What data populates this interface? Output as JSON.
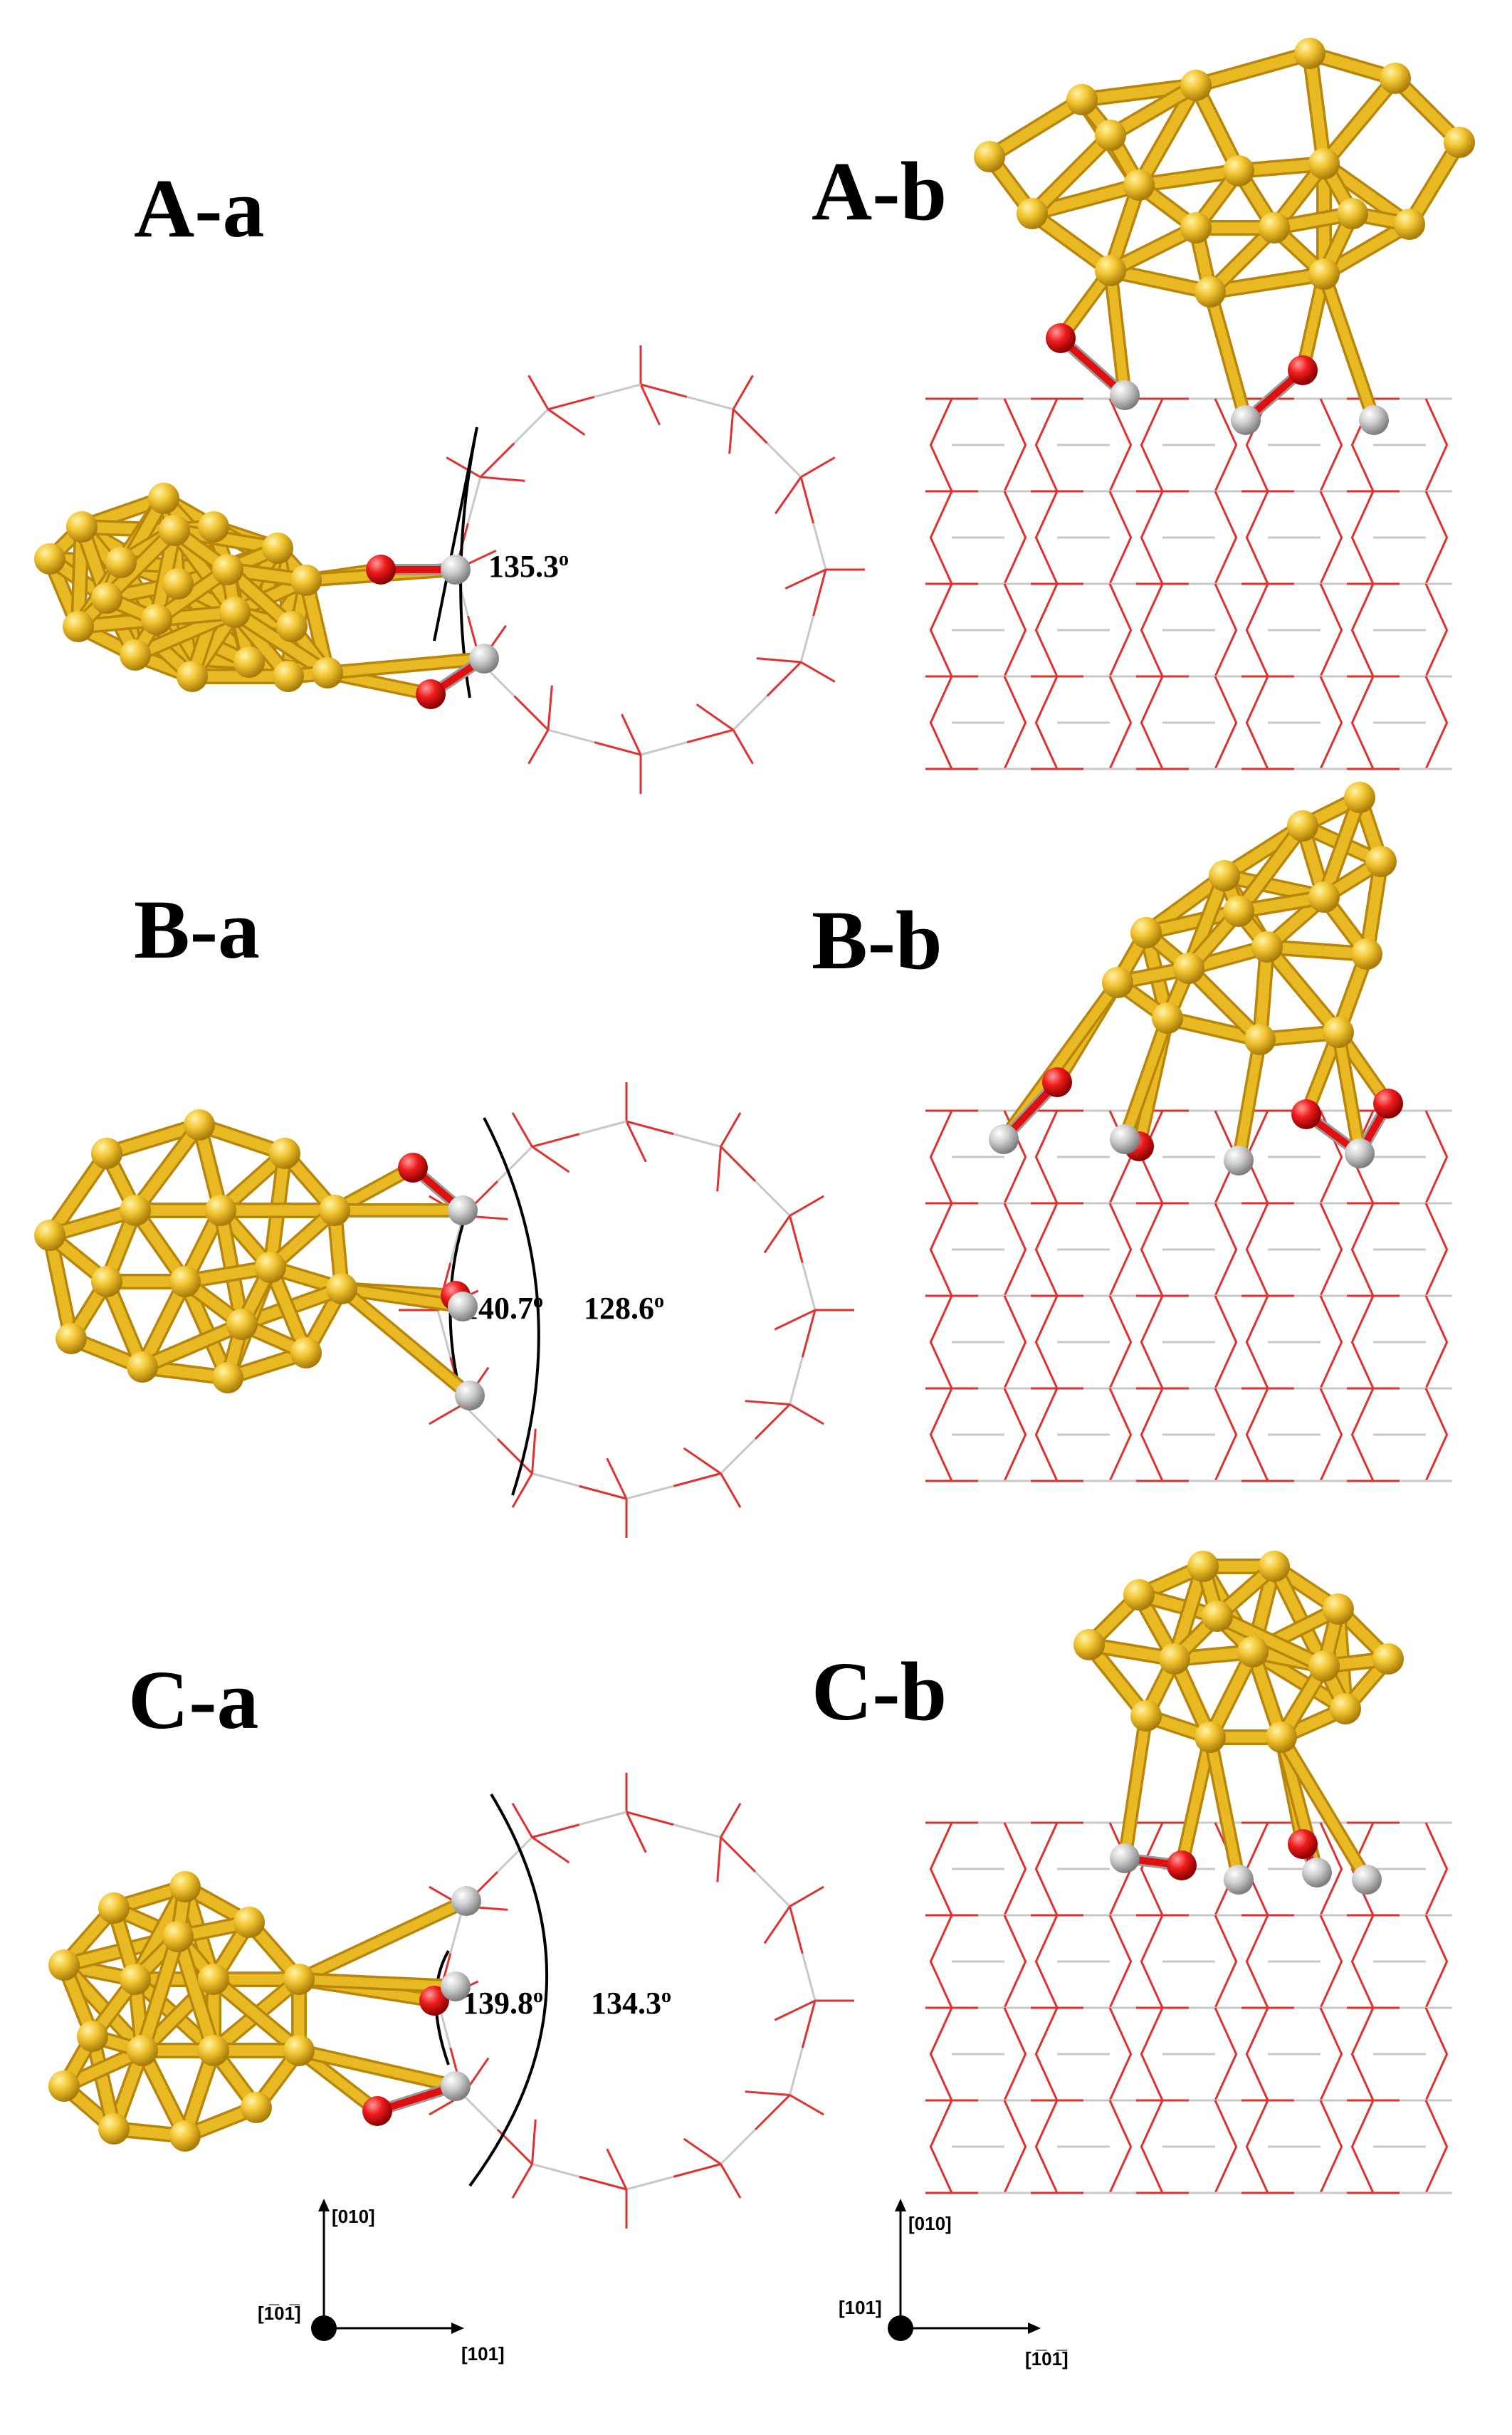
{
  "colors": {
    "gold": "#e8b923",
    "gold_dark": "#b8860b",
    "oxygen": "#e01010",
    "silicon": "#c8c8c8",
    "silicon_dark": "#9a9a9a",
    "frame_red": "#e03030",
    "frame_grey": "#c8c8c8",
    "arc": "#000000"
  },
  "panels": {
    "Aa": {
      "label": "A-a",
      "angles": [
        "135.3"
      ]
    },
    "Ab": {
      "label": "A-b"
    },
    "Ba": {
      "label": "B-a",
      "angles": [
        "140.7",
        "128.6"
      ]
    },
    "Bb": {
      "label": "B-b"
    },
    "Ca": {
      "label": "C-a",
      "angles": [
        "139.8",
        "134.3"
      ]
    },
    "Cb": {
      "label": "C-b"
    }
  },
  "degree_symbol": "o",
  "axes_left": {
    "up": "[010]",
    "right": "[101]",
    "origin": "[1̅01̅]"
  },
  "axes_right": {
    "up": "[010]",
    "right": "[1̅01̅]",
    "origin": "[101]"
  }
}
